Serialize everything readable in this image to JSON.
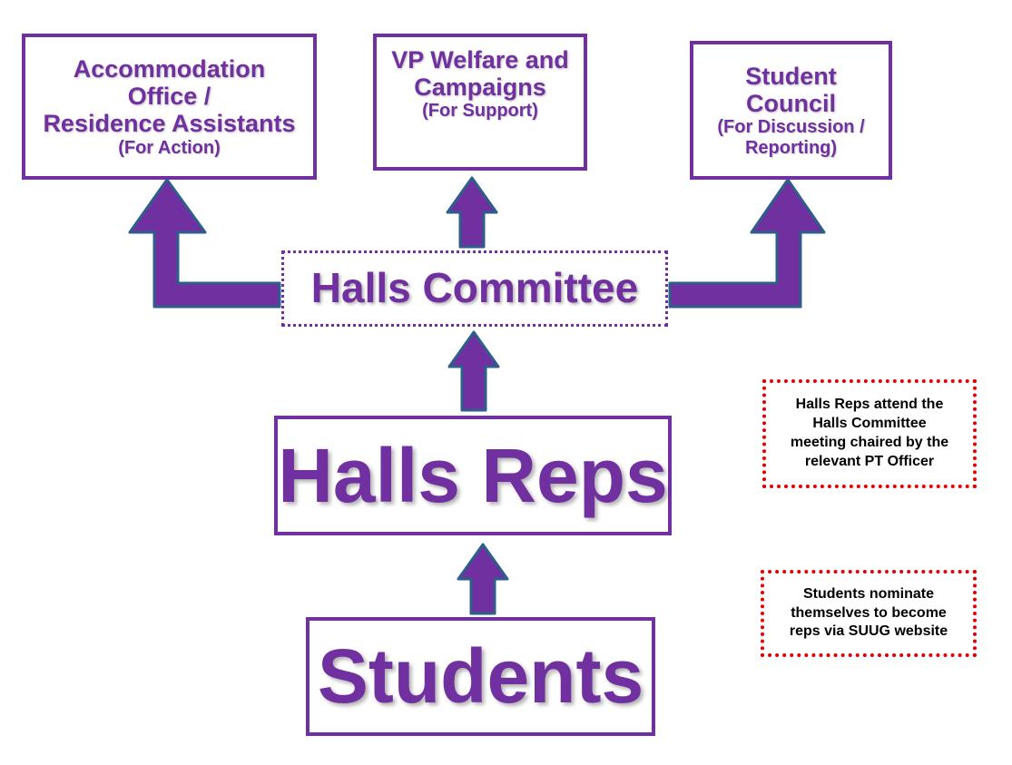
{
  "top": {
    "accommodation": {
      "lines": [
        "Accommodation",
        "Office /",
        "Residence Assistants"
      ],
      "sub": "(For Action)"
    },
    "vp_welfare": {
      "lines": [
        "VP Welfare and",
        "Campaigns"
      ],
      "sub": "(For Support)"
    },
    "student_council": {
      "lines": [
        "Student",
        "Council"
      ],
      "sub_lines": [
        "(For Discussion /",
        "Reporting)"
      ]
    }
  },
  "committee": {
    "label": "Halls Committee"
  },
  "reps": {
    "label": "Halls Reps"
  },
  "students": {
    "label": "Students"
  },
  "notes": {
    "committee_note": [
      "Halls Reps attend the",
      "Halls Committee",
      "meeting chaired by the",
      "relevant PT Officer"
    ],
    "students_note": [
      "Students nominate",
      "themselves to become",
      "reps via SUUG website"
    ]
  },
  "colors": {
    "purple": "#7030A0",
    "arrow_fill": "#7030A0",
    "arrow_outline": "#2E5E8C",
    "note_border": "#E00000"
  }
}
